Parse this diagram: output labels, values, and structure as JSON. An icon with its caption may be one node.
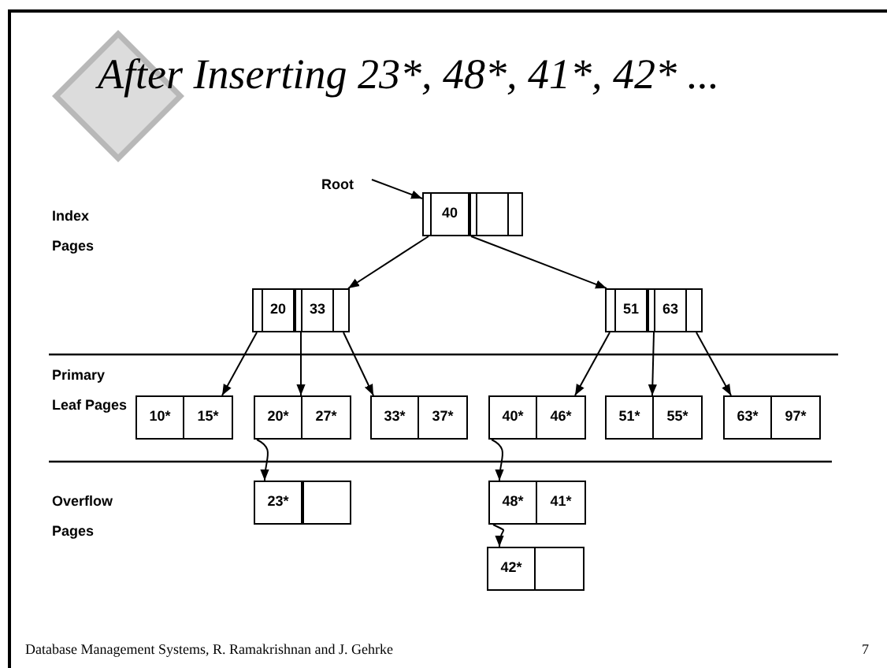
{
  "diagram": {
    "title": "After Inserting 23*, 48*, 41*, 42* ...",
    "nodes": [
      {
        "text": [
          "Root"
        ]
      },
      {
        "text": [
          "40"
        ]
      },
      {
        "text": [
          "20",
          "33"
        ]
      },
      {
        "text": [
          "51",
          "63"
        ]
      },
      {
        "text": [
          "10*",
          "15*"
        ]
      },
      {
        "text": [
          "20*",
          "27*"
        ]
      },
      {
        "text": [
          "33*",
          "37*"
        ]
      },
      {
        "text": [
          "40*",
          "46*"
        ]
      },
      {
        "text": [
          "51*",
          "55*"
        ]
      },
      {
        "text": [
          "63*",
          "97*"
        ]
      },
      {
        "text": [
          "23*"
        ]
      },
      {
        "text": [
          "48*",
          "41*"
        ]
      },
      {
        "text": [
          "42*"
        ]
      }
    ],
    "edges": [
      {
        "from": 0,
        "to": 1,
        "arrow": "to"
      },
      {
        "from": 1,
        "to": 2,
        "arrow": "to"
      },
      {
        "from": 1,
        "to": 3,
        "arrow": "to"
      },
      {
        "from": 2,
        "to": 4,
        "arrow": "to"
      },
      {
        "from": 2,
        "to": 5,
        "arrow": "to"
      },
      {
        "from": 2,
        "to": 6,
        "arrow": "to"
      },
      {
        "from": 3,
        "to": 7,
        "arrow": "to"
      },
      {
        "from": 3,
        "to": 8,
        "arrow": "to"
      },
      {
        "from": 3,
        "to": 9,
        "arrow": "to"
      },
      {
        "from": 5,
        "to": 10,
        "arrow": "to"
      },
      {
        "from": 7,
        "to": 11,
        "arrow": "to"
      },
      {
        "from": 11,
        "to": 12,
        "arrow": "to"
      }
    ],
    "labels": [
      "Index Pages",
      "Primary Leaf Pages",
      "Overflow Pages",
      "Database Management Systems, R. Ramakrishnan and J. Gehrke",
      "7"
    ]
  }
}
